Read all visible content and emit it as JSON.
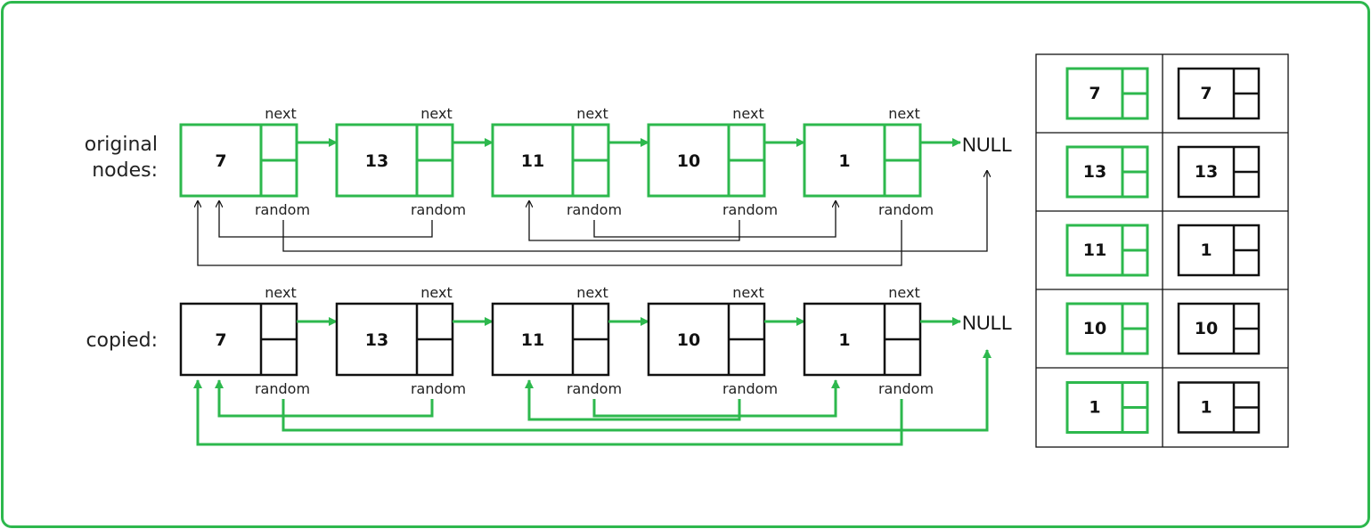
{
  "colors": {
    "green": "#2db84d",
    "black": "#111111",
    "frame": "#2db84d"
  },
  "labels": {
    "original_line1": "original",
    "original_line2": "nodes:",
    "copied": "copied:",
    "next": "next",
    "random": "random",
    "null": "NULL"
  },
  "original_values": [
    "7",
    "13",
    "11",
    "10",
    "1"
  ],
  "copied_values": [
    "7",
    "13",
    "11",
    "10",
    "1"
  ],
  "map_table": {
    "rows": [
      {
        "key": "7",
        "value": "7"
      },
      {
        "key": "13",
        "value": "13"
      },
      {
        "key": "11",
        "value": "1"
      },
      {
        "key": "10",
        "value": "10"
      },
      {
        "key": "1",
        "value": "1"
      }
    ]
  }
}
